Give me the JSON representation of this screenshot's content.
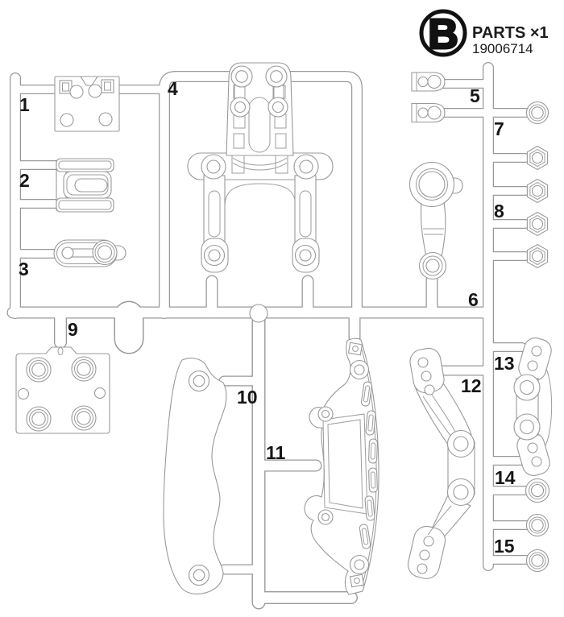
{
  "header": {
    "sprue_letter": "B",
    "parts_label": "PARTS ×1",
    "item_number": "19006714"
  },
  "colors": {
    "line_gray": "#999999",
    "label_ink": "#161616",
    "paper": "#ffffff"
  },
  "part_callouts": {
    "p1": "1",
    "p2": "2",
    "p3": "3",
    "p4": "4",
    "p5": "5",
    "p6": "6",
    "p7": "7",
    "p8": "8",
    "p9": "9",
    "p10": "10",
    "p11": "11",
    "p12": "12",
    "p13": "13",
    "p14": "14",
    "p15": "15"
  }
}
